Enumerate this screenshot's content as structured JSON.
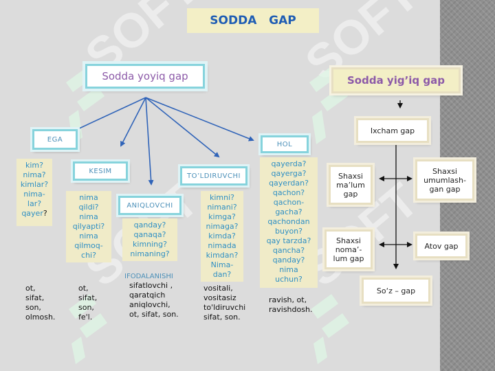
{
  "title": "SODDA   GAP",
  "left_branch": {
    "title": "Sodda yoyiq gap",
    "ega": {
      "label": "EGA",
      "questions": [
        "kim?",
        "nima?",
        "kimlar?",
        "nima-",
        "lar?"
      ],
      "last_question": "qayer",
      "last_mark": "?",
      "expressed_by": [
        "ot,",
        "sifat,",
        "son,",
        "olmosh."
      ]
    },
    "kesim": {
      "label": "KESIM",
      "questions": [
        "nima",
        "qildi?",
        "nima",
        "qilyapti?",
        "nima",
        "qilmoq-",
        "chi?"
      ],
      "expressed_by": [
        "ot,",
        "sifat,",
        "son,",
        "fe'l."
      ]
    },
    "aniqlovchi": {
      "label": "ANIQLOVCHI",
      "questions": [
        "qanday?",
        "qanaqa?",
        "kimning?",
        "nimaning?"
      ],
      "ifodalanishi": "IFODALANISHI",
      "expressed_by": [
        "sifatlovchi ,",
        "qaratqich",
        "aniqlovchi,",
        "ot, sifat, son."
      ]
    },
    "toldiruvchi": {
      "label": "TO’LDIRUVCHI",
      "questions": [
        "kimni?",
        "nimani?",
        "kimga?",
        "nimaga?",
        "kimda?",
        "nimada",
        "kimdan?",
        "Nima-",
        "dan?"
      ],
      "expressed_by": [
        "vositali,",
        "vositasiz",
        "to'ldiruvchi",
        "sifat, son."
      ]
    },
    "hol": {
      "label": "HOL",
      "questions": [
        "qayerda?",
        "qayerga?",
        "qayerdan?",
        "qachon?",
        "qachon-",
        "gacha?",
        "qachondan",
        "buyon?",
        "qay tarzda?",
        "qancha?",
        "qanday?",
        "nima",
        "uchun?"
      ],
      "expressed_by": [
        "ravish, ot,",
        "ravishdosh."
      ]
    }
  },
  "right_branch": {
    "title": "Sodda yig’iq gap",
    "ixcham": "Ixcham gap",
    "shaxsi_malum": [
      "Shaxsi",
      "ma’lum",
      "gap"
    ],
    "shaxsi_umumlashgan": [
      "Shaxsi",
      "umumlash-",
      "gan gap"
    ],
    "shaxsi_nomalum": [
      "Shaxsi",
      "noma’-",
      "lum gap"
    ],
    "atov": "Atov gap",
    "soz": "So‘z – gap"
  },
  "colors": {
    "title_bg": "#f3efc6",
    "title_text": "#1f5db4",
    "branch_title_text": "#8c5aa8",
    "frame_cyan": "#86d3dc",
    "frame_tan": "#e7dfc2",
    "question_bg": "#f0ebc8",
    "question_text": "#2e8fc4",
    "arrow": "#2f63b8",
    "right_strip": "#8f8f8f"
  }
}
